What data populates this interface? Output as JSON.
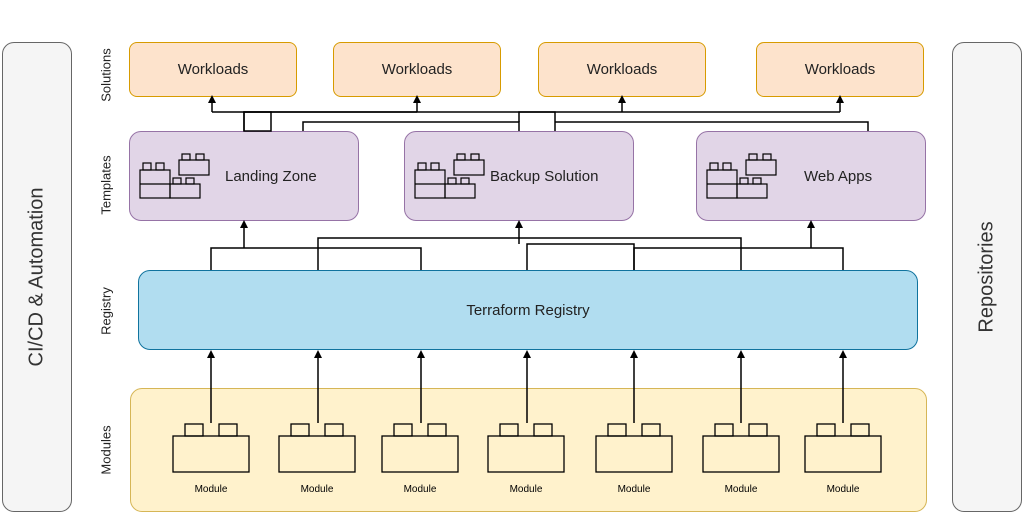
{
  "side": {
    "left": "CI/CD & Automation",
    "right": "Repositories"
  },
  "layers": {
    "solutions": "Solutions",
    "templates": "Templates",
    "registry": "Registry",
    "modules": "Modules"
  },
  "workloads": [
    "Workloads",
    "Workloads",
    "Workloads",
    "Workloads"
  ],
  "templates": [
    "Landing Zone",
    "Backup Solution",
    "Web Apps"
  ],
  "registry": {
    "label": "Terraform Registry"
  },
  "modules": [
    "Module",
    "Module",
    "Module",
    "Module",
    "Module",
    "Module",
    "Module"
  ],
  "colors": {
    "workload_fill": "#fde3cc",
    "template_fill": "#e1d5e7",
    "registry_fill": "#b1ddf0",
    "modules_fill": "#fff2cc"
  }
}
